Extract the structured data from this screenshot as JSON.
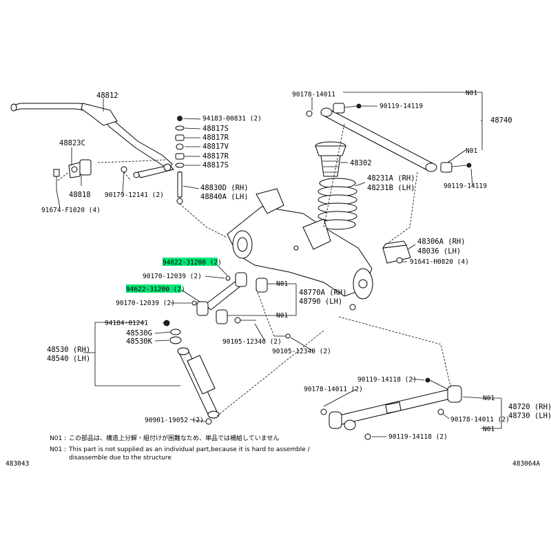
{
  "diagram_id_left": "483043",
  "diagram_id_right": "483064A",
  "labels": {
    "stabilizer_bar": "48812",
    "bush_bracket": "48823C",
    "stabilizer_bushing": "48818",
    "bolt_91674": "91674-F1020 (4)",
    "nut_94183": "94183-00831 (2)",
    "cushion_48817s_a": "48817S",
    "cushion_48817r_a": "48817R",
    "cushion_48817v": "48817V",
    "cushion_48817r_b": "48817R",
    "cushion_48817s_b": "48817S",
    "link_48830d": "48830D (RH)",
    "link_48840a": "48840A (LH)",
    "bolt_90179": "90179-12141 (2)",
    "insulator_48302": "48302",
    "spring_48231a": "48231A (RH)",
    "spring_48231b": "48231B (LH)",
    "lateral_rod_48740": "48740",
    "bolt_90178_top": "90178-14011",
    "bolt_90119_top_1": "90119-14119",
    "n01_top_1": "N01",
    "n01_top_2": "N01",
    "bolt_90119_top_2": "90119-14119",
    "bumper_48306a": "48306A (RH)",
    "bumper_48036": "48036 (LH)",
    "bolt_91641": "91641-H0820 (4)",
    "nut_94622_a": "94622-31200 (2)",
    "bolt_90170_a": "90170-12039 (2)",
    "nut_94622_b": "94622-31200 (2)",
    "bolt_90170_b": "90170-12039 (2)",
    "n01_mid_1": "N01",
    "arm_48770a": "48770A (RH)",
    "arm_48790": "48790 (LH)",
    "n01_mid_2": "N01",
    "bolt_90105_a": "90105-12340 (2)",
    "bolt_90105_b": "90105-12340 (2)",
    "nut_94184": "94184-01241",
    "cushion_48530g": "48530G",
    "cushion_48530k": "48530K",
    "absorber_48530": "48530 (RH)",
    "absorber_48540": "48540 (LH)",
    "bolt_90901": "90901-19052 (2)",
    "bolt_90119_low_1": "90119-14118 (2)",
    "bolt_90178_low_1": "90178-14011 (2)",
    "n01_low_1": "N01",
    "arm_48720": "48720 (RH)",
    "arm_48730": "48730 (LH)",
    "bolt_90178_low_2": "90178-14011 (2)",
    "n01_low_2": "N01",
    "bolt_90119_low_2": "90119-14118 (2)"
  },
  "notes": [
    {
      "code": "N01 :",
      "text": "この部品は、構造上分解・組付けが困難なため、単品では補給していません"
    },
    {
      "code": "N01 :",
      "text": "This part is not supplied as an individual part,because it is hard to assemble / disassemble due to the structure"
    }
  ],
  "highlight_color": "#00e676"
}
